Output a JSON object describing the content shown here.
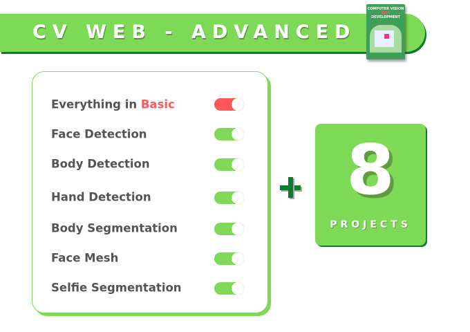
{
  "banner": {
    "title": "CV WEB - ADVANCED"
  },
  "product_box": {
    "line1": "COMPUTER VISION",
    "line2": "WEB",
    "line3": "DEVELOPMENT"
  },
  "features": [
    {
      "label": "Everything in ",
      "highlight": "Basic",
      "enabled": true,
      "color": "#ff5757"
    },
    {
      "label": "Face Detection",
      "enabled": true,
      "color": "#7ed957"
    },
    {
      "label": "Body Detection",
      "enabled": true,
      "color": "#7ed957"
    },
    {
      "label": "Hand Detection",
      "enabled": true,
      "color": "#7ed957"
    },
    {
      "label": "Body Segmentation",
      "enabled": true,
      "color": "#7ed957"
    },
    {
      "label": "Face Mesh",
      "enabled": true,
      "color": "#7ed957"
    },
    {
      "label": "Selfie Segmentation",
      "enabled": true,
      "color": "#7ed957"
    }
  ],
  "projects": {
    "count": "8",
    "label": "PROJECTS"
  }
}
